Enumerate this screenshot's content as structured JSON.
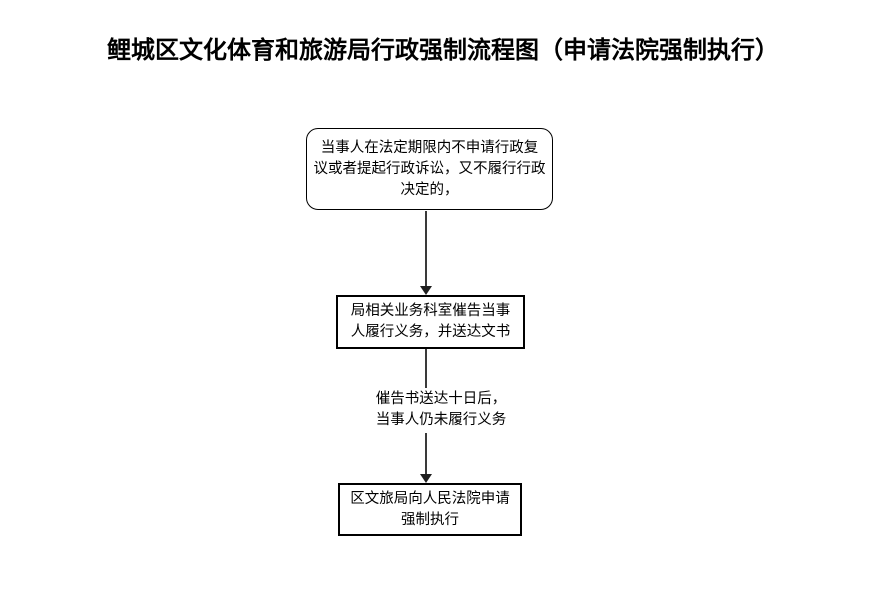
{
  "title": "鲤城区文化体育和旅游局行政强制流程图（申请法院强制执行）",
  "flowchart": {
    "start_node": {
      "shape": "rounded-rectangle",
      "lines": [
        "当事人在法定期限内不申请行政复",
        "议或者提起行政诉讼，又不履行行政",
        "决定的，"
      ]
    },
    "notify_node": {
      "shape": "rectangle",
      "lines": [
        "局相关业务科室催告当事",
        "人履行义务，并送达文书"
      ]
    },
    "edge_label": {
      "lines": [
        "催告书送达十日后，",
        "当事人仍未履行义务"
      ]
    },
    "apply_node": {
      "shape": "rectangle",
      "lines": [
        "区文旅局向人民法院申请",
        "强制执行"
      ]
    }
  },
  "colors": {
    "background": "#ffffff",
    "text": "#000000",
    "box_border": "#000000",
    "arrow": "#3a3a3a"
  }
}
